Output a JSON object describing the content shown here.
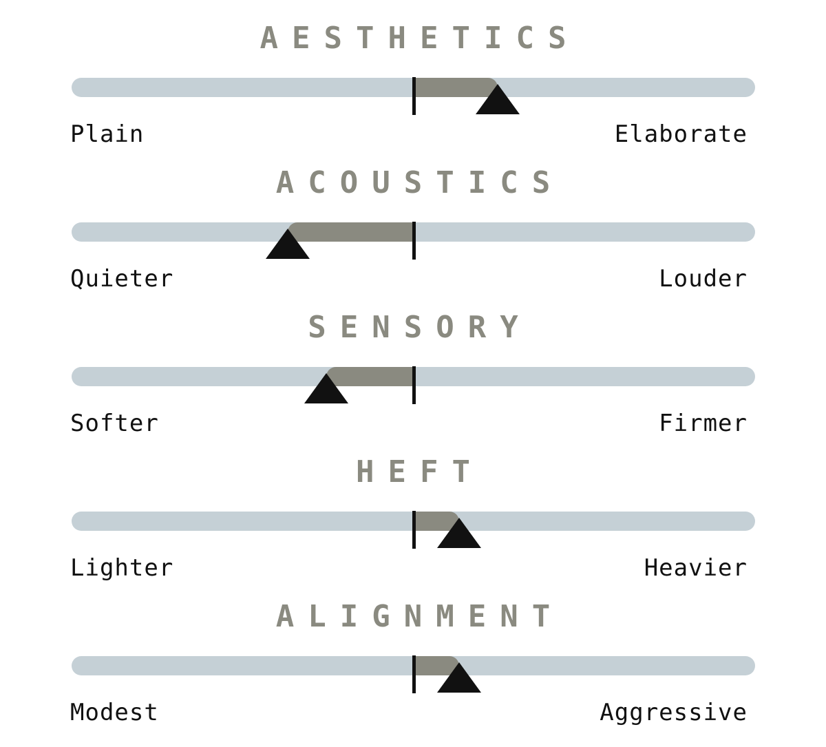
{
  "scale_range": [
    -1,
    1
  ],
  "colors": {
    "track": "#c5d0d6",
    "fill": "#8a8a80",
    "title": "#8a8a80",
    "marker": "#111111",
    "label": "#111111"
  },
  "scales": [
    {
      "title": "AESTHETICS",
      "left_label": "Plain",
      "right_label": "Elaborate",
      "value": 0.26
    },
    {
      "title": "ACOUSTICS",
      "left_label": "Quieter",
      "right_label": "Louder",
      "value": -0.39
    },
    {
      "title": "SENSORY",
      "left_label": "Softer",
      "right_label": "Firmer",
      "value": -0.27
    },
    {
      "title": "HEFT",
      "left_label": "Lighter",
      "right_label": "Heavier",
      "value": 0.14
    },
    {
      "title": "ALIGNMENT",
      "left_label": "Modest",
      "right_label": "Aggressive",
      "value": 0.14
    }
  ]
}
